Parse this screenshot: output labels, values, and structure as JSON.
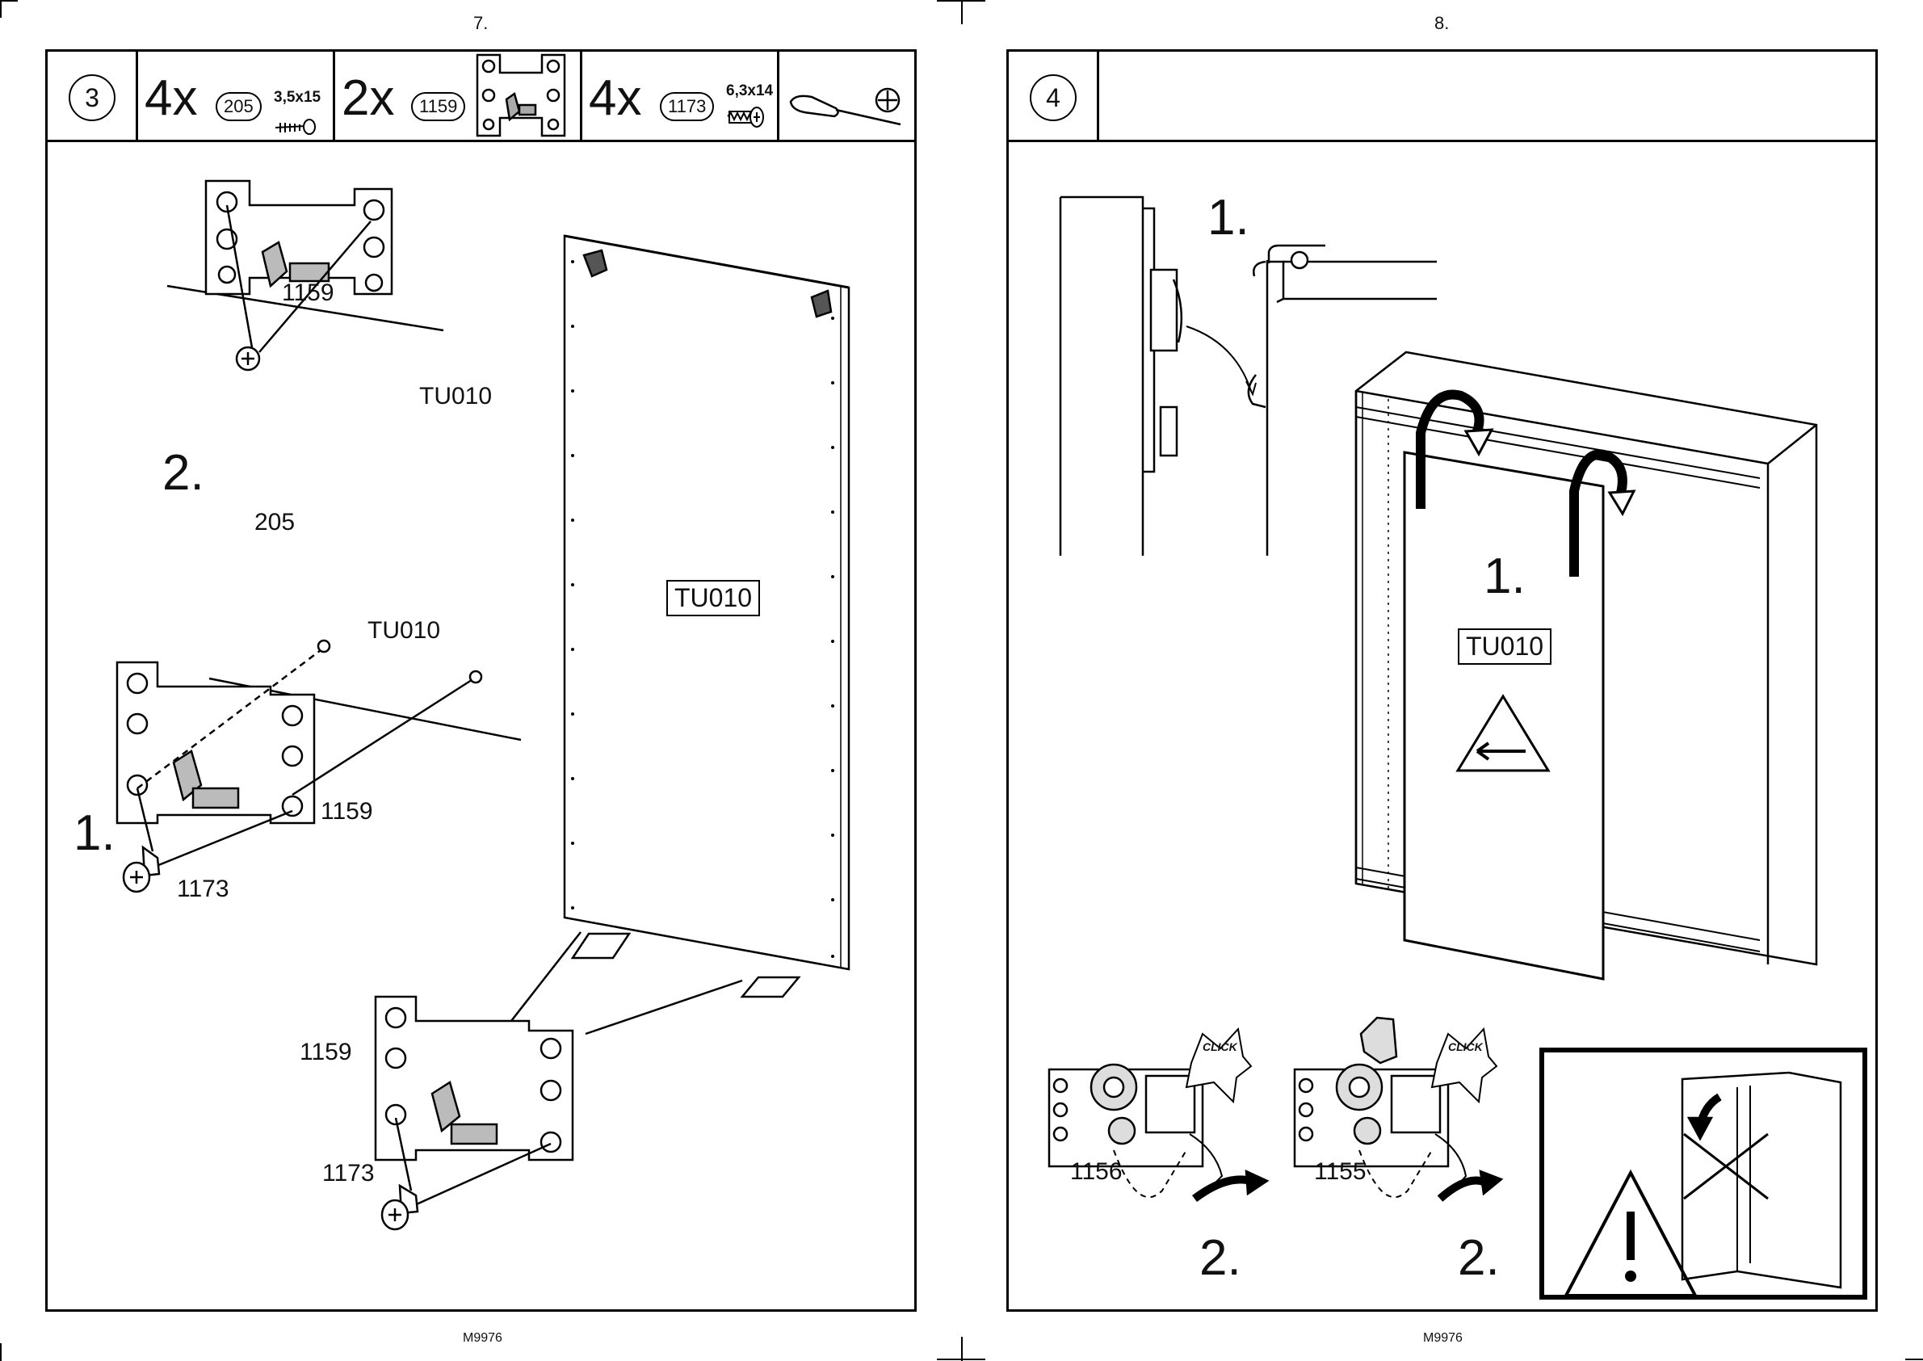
{
  "left_page": {
    "page_number": "7.",
    "footer_code": "M9976",
    "step": {
      "number": "3",
      "parts": [
        {
          "qty": "4x",
          "part": "205",
          "dims": "3,5x15",
          "icon": "screw-icon"
        },
        {
          "qty": "2x",
          "part": "1159",
          "dims": "",
          "icon": "bracket-icon"
        },
        {
          "qty": "4x",
          "part": "1173",
          "dims": "6,3x14",
          "icon": "dowel-icon"
        }
      ],
      "tool_icon": "screwdriver-phillips-icon"
    },
    "labels": {
      "bracket_top": "1159",
      "panel_top": "TU010",
      "step_two": "2.",
      "screw": "205",
      "panel_mid": "TU010",
      "bracket_mid": "1159",
      "step_one": "1.",
      "dowel_mid": "1173",
      "door_label": "TU010",
      "bracket_bottom": "1159",
      "dowel_bottom": "1173"
    }
  },
  "right_page": {
    "page_number": "8.",
    "footer_code": "M9976",
    "step": {
      "number": "4"
    },
    "labels": {
      "hook_step": "1.",
      "door_step": "1.",
      "door_label": "TU010",
      "roller_left": "1156",
      "roller_right": "1155",
      "click_left": "CLICK",
      "click_right": "CLICK",
      "step_two_left": "2.",
      "step_two_right": "2."
    },
    "warning_icons": [
      "direction-warning-icon",
      "caution-icon"
    ]
  }
}
